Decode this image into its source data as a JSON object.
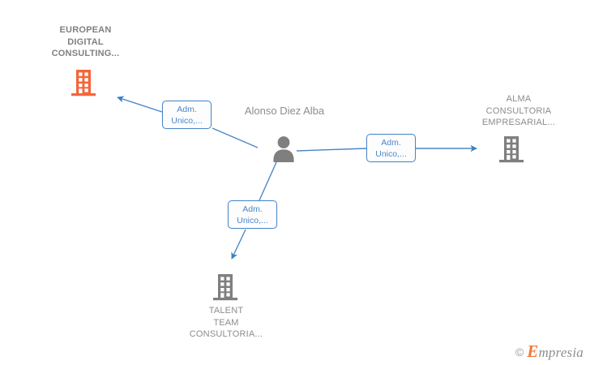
{
  "diagram": {
    "title": "Alonso Diez Alba relationship network",
    "background_color": "#ffffff",
    "center": {
      "name": "Alonso Diez Alba",
      "icon": "person-icon",
      "icon_color": "#7f7f7f"
    },
    "nodes": [
      {
        "id": "european-digital-consulting",
        "label": "EUROPEAN\nDIGITAL\nCONSULTING...",
        "icon": "building-icon",
        "icon_color": "#f4663a",
        "bold": true,
        "label_position": "above"
      },
      {
        "id": "alma-consultoria-empresarial",
        "label": "ALMA\nCONSULTORIA\nEMPRESARIAL...",
        "icon": "building-icon",
        "icon_color": "#7f7f7f",
        "bold": false,
        "label_position": "above"
      },
      {
        "id": "talent-team-consultoria",
        "label": "TALENT\nTEAM\nCONSULTORIA...",
        "icon": "building-icon",
        "icon_color": "#7f7f7f",
        "bold": false,
        "label_position": "below"
      }
    ],
    "edges": [
      {
        "id": "edge-european-digital-consulting",
        "from": "alonso-diez-alba",
        "to": "european-digital-consulting",
        "chip_label": "Adm.\nUnico,...",
        "direction": "up-left",
        "color": "#4a86c8"
      },
      {
        "id": "edge-alma-consultoria-empresarial",
        "from": "alonso-diez-alba",
        "to": "alma-consultoria-empresarial",
        "chip_label": "Adm.\nUnico,...",
        "direction": "right",
        "color": "#4a86c8"
      },
      {
        "id": "edge-talent-team-consultoria",
        "from": "alonso-diez-alba",
        "to": "talent-team-consultoria",
        "chip_label": "Adm.\nUnico,...",
        "direction": "down-left",
        "color": "#4a86c8"
      }
    ],
    "colors": {
      "edge": "#4a86c8",
      "chip_border": "#4a86c8",
      "chip_text": "#4a86c8",
      "label_text": "#8c8c8c",
      "highlight_icon": "#f4663a",
      "default_icon": "#7f7f7f"
    }
  },
  "watermark": {
    "copyright_symbol": "©",
    "brand_initial": "E",
    "brand_rest": "mpresia",
    "brand_color": "#ef7b38"
  }
}
